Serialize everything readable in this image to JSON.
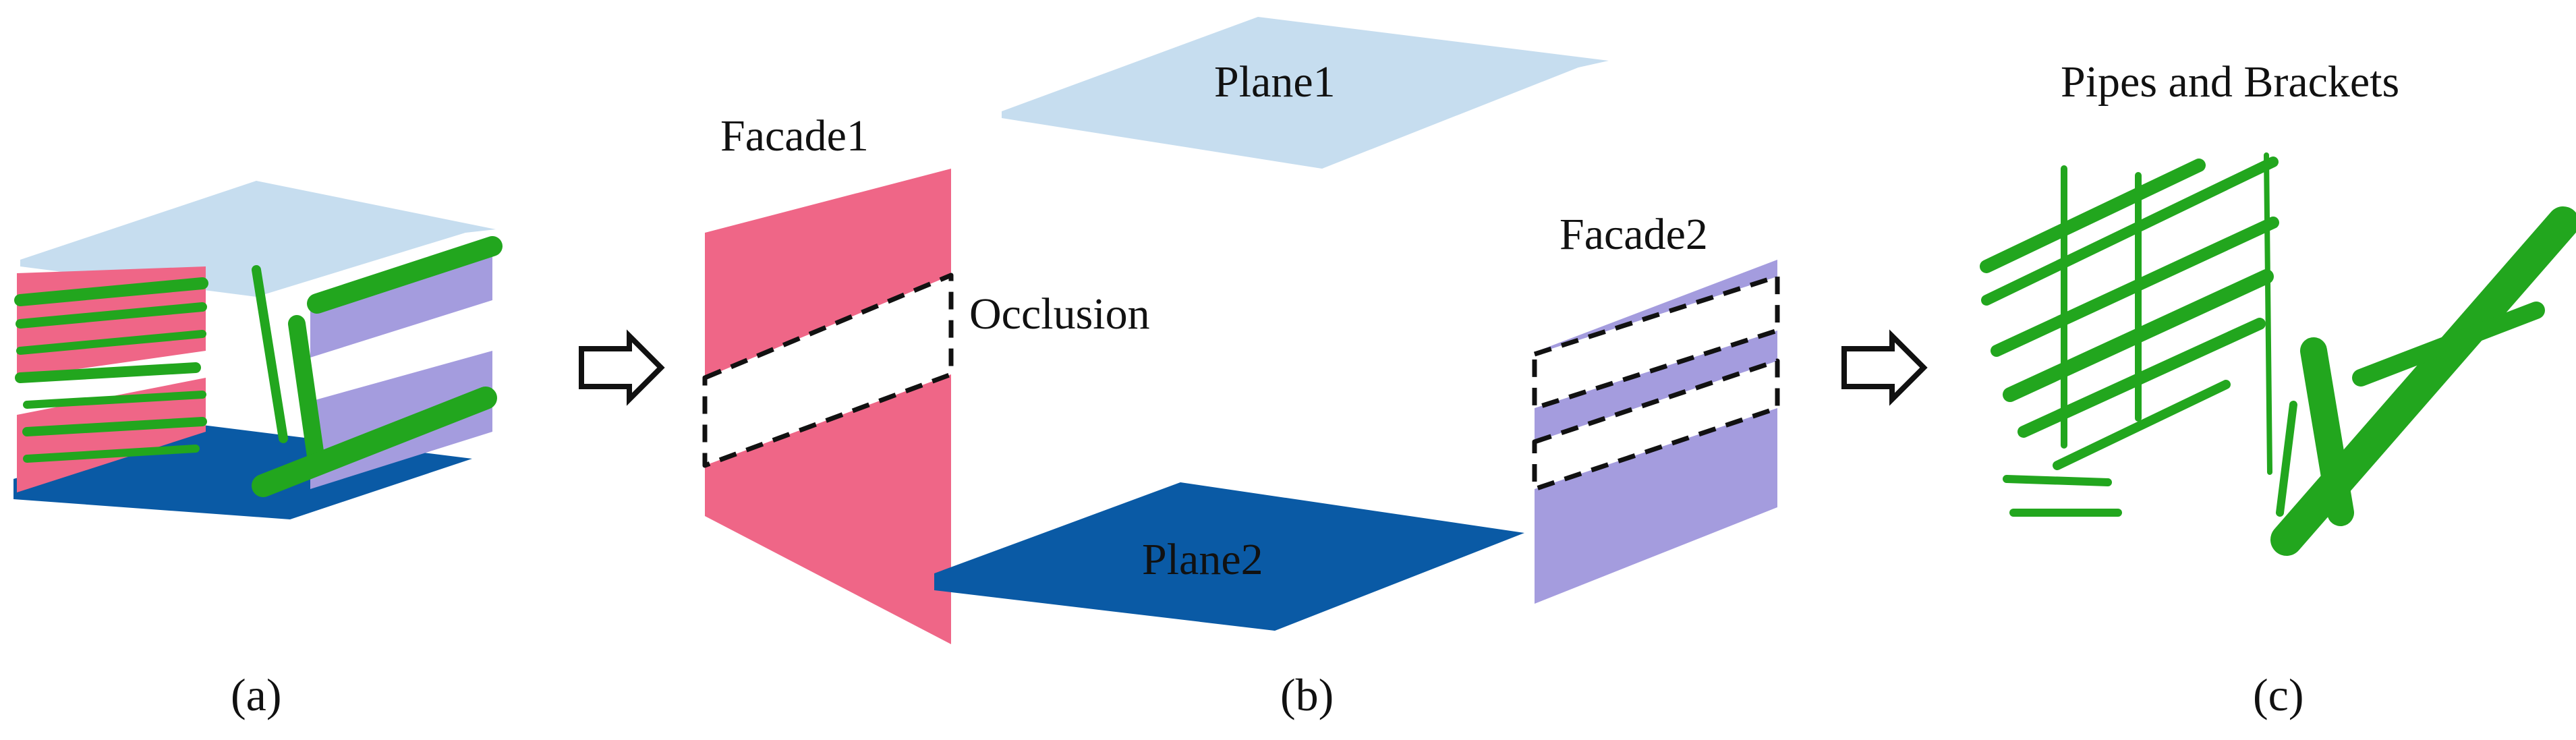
{
  "labels": {
    "facade1": "Facade1",
    "plane1": "Plane1",
    "occlusion": "Occlusion",
    "facade2": "Facade2",
    "plane2": "Plane2",
    "pipes_and_brackets": "Pipes and Brackets"
  },
  "subfigures": [
    "(a)",
    "(b)",
    "(c)"
  ],
  "colors": {
    "plane_top": "#c6ddef",
    "plane_bottom": "#0a5aa5",
    "facade1": "#ef6687",
    "facade2": "#a49cde",
    "pipes": "#22a61e",
    "outline": "#111111"
  }
}
